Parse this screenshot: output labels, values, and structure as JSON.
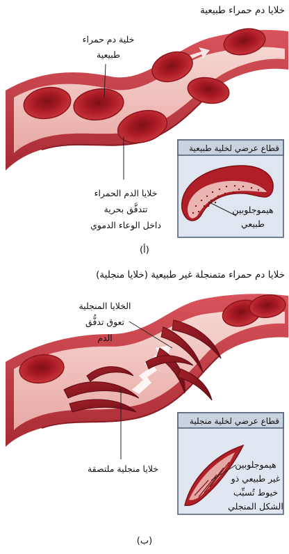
{
  "panel_a": {
    "title": "خلايا دم حمراء طبيعية",
    "label_normal_cell": [
      "خلية دم حمراء",
      "طبيعية"
    ],
    "label_flow": [
      "خلايا الدم الحمراء",
      "تتدفَّق بحرية",
      "داخل الوعاء الدموي"
    ],
    "inset_title": "قطاع عرضي لخلية طبيعية",
    "inset_label": [
      "هيموجلوبين",
      "طبيعي"
    ],
    "caption": "(أ)"
  },
  "panel_b": {
    "title": "خلايا دم حمراء متمنجلة غير طبيعية (خلايا منجلية)",
    "label_block": [
      "الخلايا المنجلية",
      "تعوق تدفُّق",
      "الدم"
    ],
    "label_stuck": "خلايا منجلية ملتصقة",
    "inset_title": "قطاع عرضي لخلية منجلية",
    "inset_label": [
      "هيموجلوبين",
      "غير طبيعي ذو",
      "خيوط تُسبِّب",
      "الشكل المنجلي"
    ],
    "caption": "(ب)"
  },
  "colors": {
    "vessel_outer": "#c8424a",
    "vessel_inner": "#f2c4c0",
    "rbc": "#b01e27",
    "rbc_dark": "#7e1016",
    "inset_bg": "#dfe6ef",
    "inset_border": "#4a5a70"
  }
}
